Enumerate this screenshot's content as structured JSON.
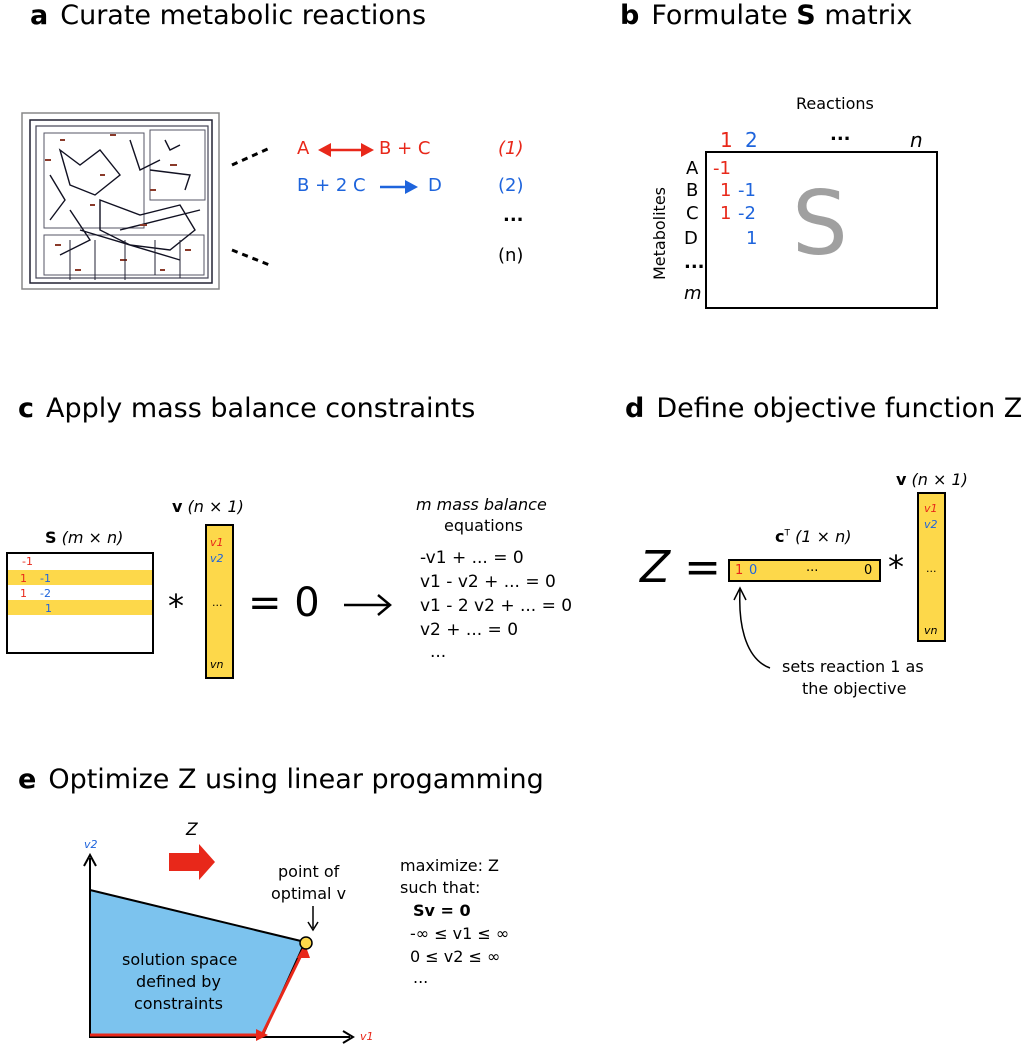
{
  "panels": {
    "a": {
      "letter": "a",
      "title": "Curate metabolic reactions",
      "reactions": [
        {
          "lhs": "A",
          "rhs": "B + C",
          "label": "(1)"
        },
        {
          "lhs": "B + 2  C",
          "rhs": "D",
          "label": "(2)"
        },
        {
          "lhs": "",
          "rhs": "",
          "label": "..."
        },
        {
          "lhs": "",
          "rhs": "",
          "label": "(n)"
        }
      ]
    },
    "b": {
      "letter": "b",
      "title_pre": "Formulate ",
      "title_bold": "S",
      "title_post": " matrix",
      "col_header": "Reactions",
      "row_header": "Metabolites",
      "cols": [
        "1",
        "2",
        "...",
        "n"
      ],
      "rows": [
        "A",
        "B",
        "C",
        "D",
        "...",
        "m"
      ],
      "cells": [
        [
          "-1",
          ""
        ],
        [
          "1",
          "-1"
        ],
        [
          "1",
          "-2"
        ],
        [
          "",
          "1"
        ]
      ],
      "matrix_letter": "S"
    },
    "c": {
      "letter": "c",
      "title": "Apply mass balance constraints",
      "s_label_bold": "S",
      "s_label_rest": " (m × n)",
      "s_cells": [
        [
          "-1",
          ""
        ],
        [
          "1",
          "-1"
        ],
        [
          "1",
          "-2"
        ],
        [
          "",
          "1"
        ]
      ],
      "v_label_bold": "v",
      "v_label_rest": " (n × 1)",
      "v_entries": [
        "v1",
        "v2",
        "...",
        "vn"
      ],
      "star": "*",
      "equals": "= 0",
      "arrow": "→",
      "eq_header_1": "m mass balance",
      "eq_header_2": "equations",
      "equations": [
        "-v1 + ... = 0",
        "v1 - v2 + ... = 0",
        "v1 - 2 v2 + ... = 0",
        "v2 + ... = 0",
        "..."
      ]
    },
    "d": {
      "letter": "d",
      "title": "Define objective function Z",
      "z": "Z =",
      "c_label_bold": "c",
      "c_label_sup": "T",
      "c_label_rest": " (1 × n)",
      "c_entries": [
        "1",
        "0",
        "...",
        "0"
      ],
      "v_label_bold": "v",
      "v_label_rest": " (n × 1)",
      "v_entries": [
        "v1",
        "v2",
        "...",
        "vn"
      ],
      "star": "*",
      "note_1": "sets reaction 1 as",
      "note_2": "the objective"
    },
    "e": {
      "letter": "e",
      "title": "Optimize Z using linear progamming",
      "axis_y": "v2",
      "axis_x": "v1",
      "arrow_label": "Z",
      "region_1": "solution space",
      "region_2": "defined by",
      "region_3": "constraints",
      "point_1": "point of",
      "point_2": "optimal v",
      "lp": [
        "maximize: Z",
        "such that:",
        "Sv = 0",
        "-∞ ≤ v1 ≤ ∞",
        "0 ≤ v2 ≤ ∞",
        "..."
      ]
    }
  },
  "colors": {
    "red": "#e8281a",
    "blue": "#1e64dc",
    "yellow": "#fdd84a",
    "region": "#7cc3ee",
    "gray": "#a0a0a0"
  }
}
